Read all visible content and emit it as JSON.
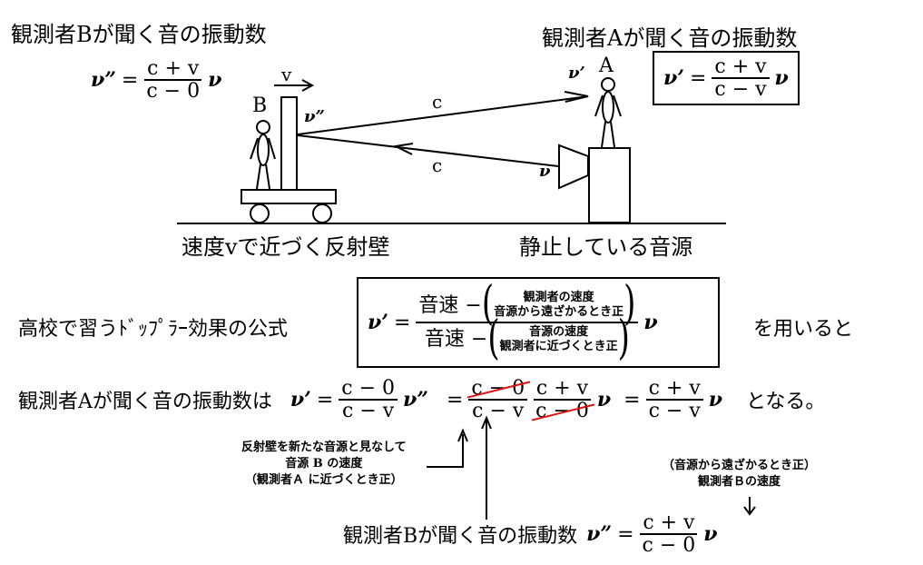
{
  "diagram": {
    "title_left": "観測者Bが聞く音の振動数",
    "title_right": "観測者Aが聞く音の振動数",
    "formula_b": {
      "lhs": "ν”",
      "eq": "=",
      "num": "c + v",
      "den": "c − 0",
      "rhs": "ν"
    },
    "formula_a": {
      "lhs": "ν’",
      "eq": "=",
      "num": "c + v",
      "den": "c − v",
      "rhs": "ν"
    },
    "label_B": "B",
    "label_A": "A",
    "label_v_arrow": "v",
    "label_nu2_wall": "ν”",
    "label_nu1_A": "ν’",
    "label_nu_source": "ν",
    "label_c_upper": "c",
    "label_c_lower": "c",
    "caption_left": "速度vで近づく反射壁",
    "caption_right": "静止している音源"
  },
  "formula_general": {
    "intro": "高校で習うﾄﾞｯﾌﾟﾗｰ効果の公式",
    "lhs": "ν’",
    "eq": "=",
    "num_main": "音速 −",
    "num_note1": "観測者の速度",
    "num_note2": "音源から遠ざかるとき正",
    "den_main": "音速 −",
    "den_note1": "音源の速度",
    "den_note2": "観測者に近づくとき正",
    "rhs": "ν",
    "outro": "を用いると"
  },
  "derivation": {
    "intro": "観測者Aが聞く音の振動数は",
    "lhs": "ν’",
    "eq1": "=",
    "f1_num": "c − 0",
    "f1_den": "c − v",
    "mid": "ν”",
    "eq2": "=",
    "f2_num": "c − 0",
    "f2_den": "c − v",
    "f3_num": "c + v",
    "f3_den": "c − 0",
    "nu1": "ν",
    "eq3": "=",
    "f4_num": "c + v",
    "f4_den": "c − v",
    "nu2": "ν",
    "outro": "となる。",
    "strike_color": "#e01010"
  },
  "notes": {
    "reflect_line1": "反射壁を新たな音源と見なして",
    "reflect_line2": "音源 B の速度",
    "reflect_line3": "（観測者Ａ に近づくとき正）",
    "obsB_line1": "（音源から遠ざかるとき正）",
    "obsB_line2": "観測者Ｂの速度"
  },
  "bottom": {
    "label": "観測者Bが聞く音の振動数",
    "lhs": "ν”",
    "eq": "=",
    "num": "c + v",
    "den": "c − 0",
    "rhs": "ν"
  }
}
